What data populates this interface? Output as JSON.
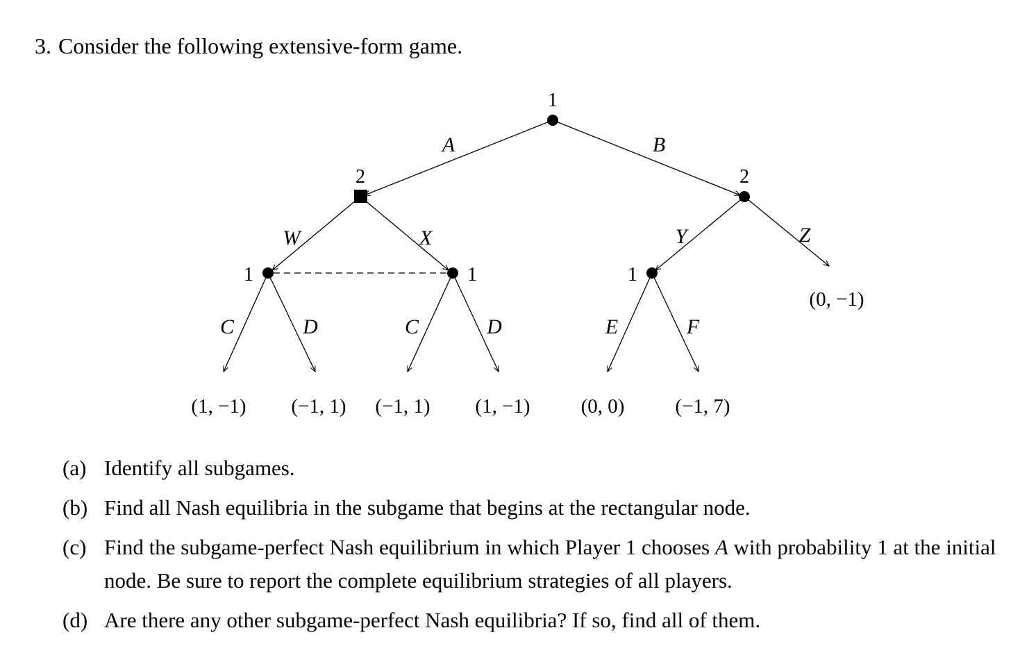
{
  "problem": {
    "number": "3.",
    "intro": "Consider the following extensive-form game."
  },
  "tree": {
    "nodes": {
      "root": "1",
      "rect_node": "2",
      "right_node": "2",
      "info_left": "1",
      "info_right": "1",
      "lower_right": "1"
    },
    "edges": {
      "A": "A",
      "B": "B",
      "W": "W",
      "X": "X",
      "Y": "Y",
      "Z": "Z",
      "C_left": "C",
      "D_left": "D",
      "C_right": "C",
      "D_right": "D",
      "E": "E",
      "F": "F"
    },
    "payoffs": {
      "p1": "(1, −1)",
      "p2": "(−1, 1)",
      "p3": "(−1, 1)",
      "p4": "(1, −1)",
      "p5": "(0, 0)",
      "p6": "(−1, 7)",
      "p7": "(0, −1)"
    }
  },
  "questions": [
    {
      "tag": "(a)",
      "text": "Identify all subgames."
    },
    {
      "tag": "(b)",
      "text": "Find all Nash equilibria in the subgame that begins at the rectangular node."
    },
    {
      "tag": "(c)",
      "text_before": "Find the subgame-perfect Nash equilibrium in which Player 1 chooses",
      "var": "A",
      "text_after": "with probability 1 at the initial node. Be sure to report the complete equilibrium strategies of all players."
    },
    {
      "tag": "(d)",
      "text": "Are there any other subgame-perfect Nash equilibria? If so, find all of them."
    }
  ]
}
